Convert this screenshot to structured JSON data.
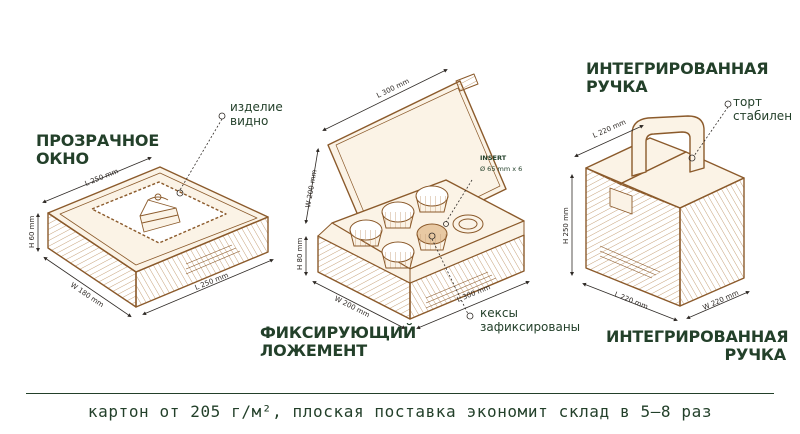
{
  "colors": {
    "brown": "#8b5a2b",
    "kraft": "#fbf3e6",
    "green": "#23402a",
    "dark": "#2f2a26"
  },
  "boxes": [
    {
      "heading": [
        "ПРОЗРАЧНОЕ",
        "ОКНО"
      ],
      "callout": [
        "изделие",
        "видно"
      ],
      "dims": {
        "length_top": "L 250 mm",
        "height": "H 60 mm",
        "width": "W 180 mm",
        "length_side": "L 250 mm"
      }
    },
    {
      "heading": [
        "ФИКСИРУЮЩИЙ",
        "ЛОЖЕМЕНТ"
      ],
      "callout": [
        "кексы",
        "зафиксированы"
      ],
      "insert_label": [
        "INSERT",
        "Ø 65 mm x 6"
      ],
      "dims": {
        "length_top": "L 300 mm",
        "width_lid": "W 200 mm",
        "height": "H 80 mm",
        "width": "W 200 mm",
        "length_side": "L 300 mm"
      }
    },
    {
      "heading_top": [
        "ИНТЕГРИРОВАННАЯ",
        "РУЧКА"
      ],
      "heading_bottom": [
        "ИНТЕГРИРОВАННАЯ",
        "РУЧКА"
      ],
      "callout": [
        "торт",
        "стабилен"
      ],
      "dims": {
        "length_top": "L 220 mm",
        "height": "H 250 mm",
        "length_side": "L 220 mm",
        "width": "W 220 mm"
      }
    }
  ],
  "footer": "картон от 205 г/м², плоская поставка экономит склад в 5–8 раз"
}
